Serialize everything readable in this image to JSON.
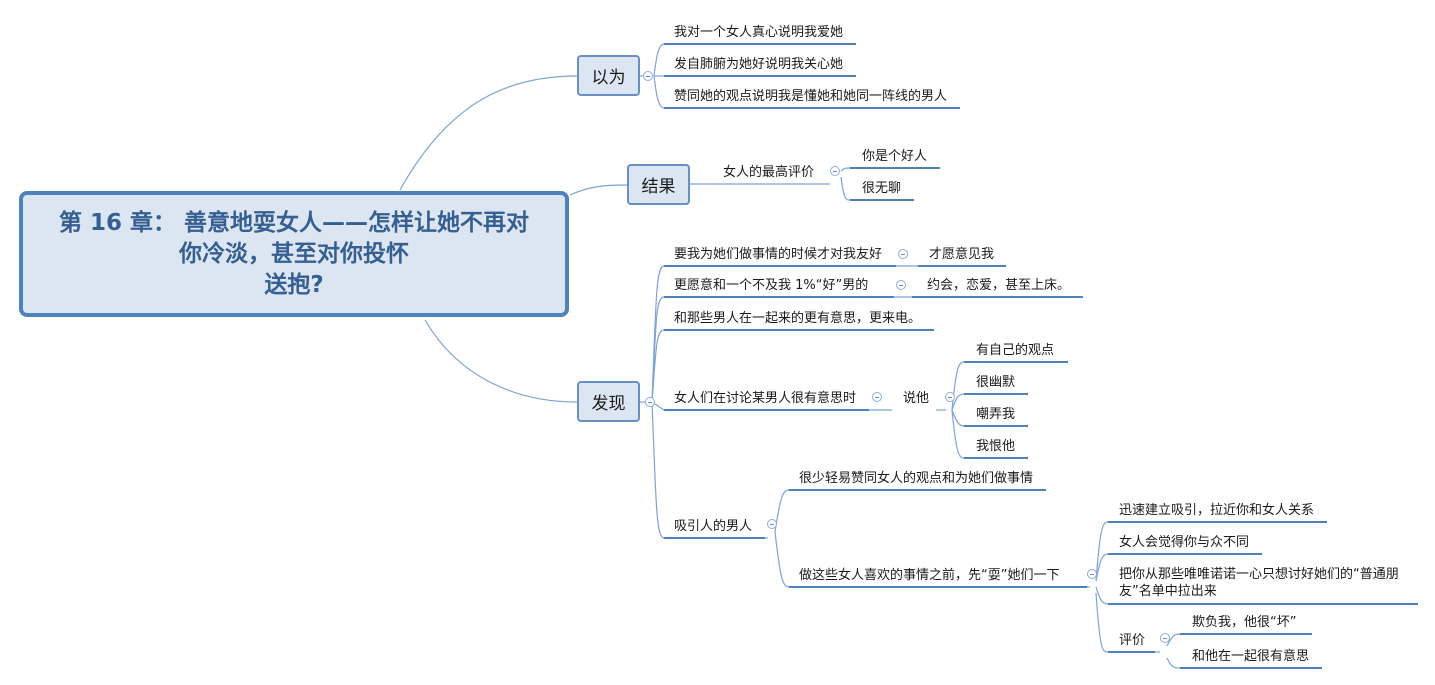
{
  "root": {
    "title": "第 16 章： 善意地耍女人——怎样让她不再对\n你冷淡，甚至对你投怀\n送抱?"
  },
  "branch_yiwei": {
    "label": "以为",
    "items": [
      "我对一个女人真心说明我爱她",
      "发自肺腑为她好说明我关心她",
      "赞同她的观点说明我是懂她和她同一阵线的男人"
    ]
  },
  "branch_jieguo": {
    "label": "结果",
    "evaluation": "女人的最高评价",
    "items": [
      "你是个好人",
      "很无聊"
    ]
  },
  "branch_faxian": {
    "label": "发现",
    "f1": "要我为她们做事情的时候才对我友好",
    "f1_result": "才愿意见我",
    "f2": "更愿意和一个不及我 1%“好”男的",
    "f2_result": "约会，恋爱，甚至上床。",
    "f3": "和那些男人在一起来的更有意思，更来电。",
    "f4": "女人们在讨论某男人很有意思时",
    "f4_say": "说他",
    "f4_items": [
      "有自己的观点",
      "很幽默",
      "嘲弄我",
      "我恨他"
    ],
    "attractive": "吸引人的男人",
    "a1": "很少轻易赞同女人的观点和为她们做事情",
    "a2": "做这些女人喜欢的事情之前，先“耍”她们一下",
    "a2_items": [
      "迅速建立吸引，拉近你和女人关系",
      "女人会觉得你与众不同",
      "把你从那些唯唯诺诺一心只想讨好她们的“普通朋友”名单中拉出来"
    ],
    "review": "评价",
    "review_items": [
      "欺负我，他很“坏”",
      "和他在一起很有意思"
    ]
  },
  "colors": {
    "line": "#4f81bd",
    "connector": "#7da3d6",
    "node_fill": "#dce6f2",
    "root_border": "#4f81bd",
    "root_text": "#365f91"
  }
}
